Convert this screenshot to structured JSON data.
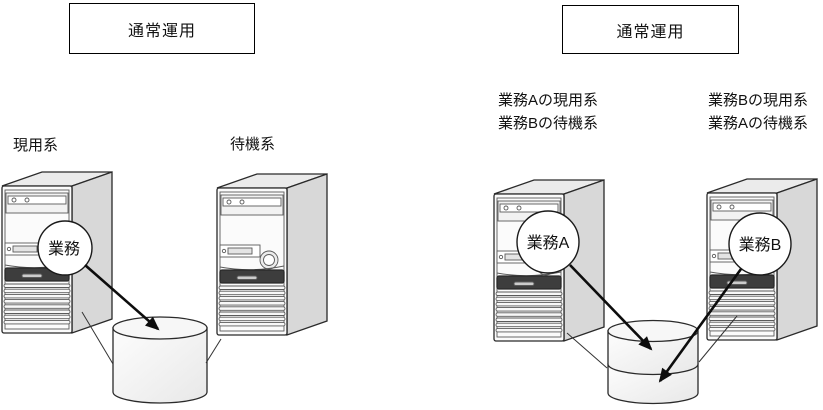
{
  "scenario_left": {
    "title": "通常運用",
    "active_system_label": "現用系",
    "standby_system_label": "待機系",
    "task_circle": "業務"
  },
  "scenario_right": {
    "title": "通常運用",
    "server_a_labels": [
      "業務Aの現用系",
      "業務Bの待機系"
    ],
    "server_b_labels": [
      "業務Bの現用系",
      "業務Aの待機系"
    ],
    "task_a_circle": "業務A",
    "task_b_circle": "業務B"
  },
  "colors": {
    "tower_front": "#fbfbfb",
    "tower_top": "#ebebeb",
    "tower_side": "#d8d8d8",
    "panel": "#f2f2f2",
    "dark_band": "#3d3d3d",
    "cylinder_light": "#fdfdfd",
    "cylinder_dark": "#e8e8e8",
    "cylinder_top": "#f7f7f7"
  }
}
